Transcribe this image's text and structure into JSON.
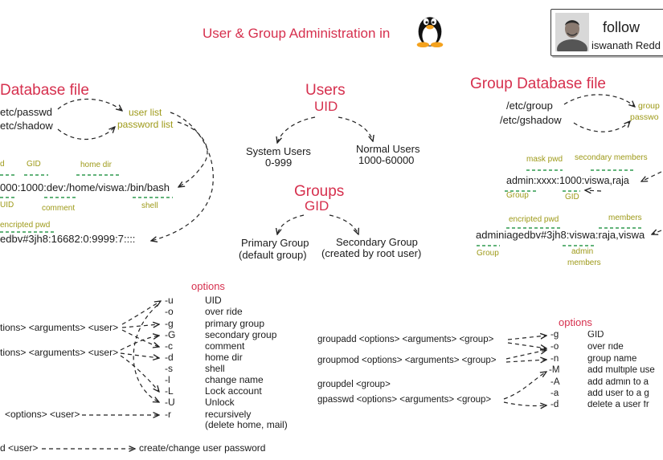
{
  "header": {
    "title": "User & Group Administration in",
    "logo_icon": "tux-penguin-icon"
  },
  "follow_card": {
    "follow_label": "follow",
    "name": "iswanath Redd",
    "avatar_icon": "person-photo"
  },
  "user_db": {
    "title": "Database file",
    "files": [
      "etc/passwd",
      "etc/shadow"
    ],
    "targets": [
      "user list",
      "password list"
    ],
    "passwd_labels_top": [
      "d",
      "GID",
      "home dir"
    ],
    "passwd_line": "000:1000:dev:/home/viswa:/bin/bash",
    "passwd_labels_bottom": [
      "UID",
      "comment",
      "shell"
    ],
    "shadow_label": "encripted pwd",
    "shadow_line": "edbv#3jh8:16682:0:9999:7::::"
  },
  "users": {
    "title": "Users",
    "id_label": "UID",
    "system": {
      "label": "System Users",
      "range": "0-999"
    },
    "normal": {
      "label": "Normal Users",
      "range": "1000-60000"
    }
  },
  "groups": {
    "title": "Groups",
    "id_label": "GID",
    "primary": {
      "label": "Primary Group",
      "note": "(default group)"
    },
    "secondary": {
      "label": "Secondary Group",
      "note": "(created by root user)"
    }
  },
  "group_db": {
    "title": "Group Database file",
    "files": [
      "/etc/group",
      "/etc/gshadow"
    ],
    "targets": [
      "group",
      "passwo"
    ],
    "group_labels_top": [
      "mask pwd",
      "secondary members"
    ],
    "group_line": "admin:xxxx:1000:viswa,raja",
    "group_labels_bottom": [
      "Group",
      "GID"
    ],
    "gshadow_labels_top": [
      "encripted pwd",
      "members"
    ],
    "gshadow_line": "adminiagedbv#3jh8:viswa:raja,viswa",
    "gshadow_labels_bottom": [
      "Group",
      "admin",
      "members"
    ]
  },
  "user_commands": {
    "commands": [
      "tions> <arguments> <user>",
      "tions> <arguments> <user>",
      "<options> <user>",
      "d <user>"
    ],
    "options_title": "options",
    "options": [
      {
        "flag": "-u",
        "desc": "UID"
      },
      {
        "flag": "-o",
        "desc": "over ride"
      },
      {
        "flag": "-g",
        "desc": "primary group"
      },
      {
        "flag": "-G",
        "desc": "secondary group"
      },
      {
        "flag": "-c",
        "desc": "comment"
      },
      {
        "flag": "-d",
        "desc": "home dir"
      },
      {
        "flag": "-s",
        "desc": "shell"
      },
      {
        "flag": "-l",
        "desc": "change name"
      },
      {
        "flag": "-L",
        "desc": "Lock account"
      },
      {
        "flag": "-U",
        "desc": "Unlock"
      },
      {
        "flag": "-r",
        "desc": "recursively"
      }
    ],
    "options_note": "(delete home, mail)",
    "passwd_result": "create/change user password"
  },
  "group_commands": {
    "commands": [
      "groupadd <options> <arguments> <group>",
      "groupmod <options> <arguments> <group>",
      "groupdel <group>",
      "gpasswd <options> <arguments> <group>"
    ],
    "options_title": "options",
    "options": [
      {
        "flag": "-g",
        "desc": "GID"
      },
      {
        "flag": "-o",
        "desc": "over ride"
      },
      {
        "flag": "-n",
        "desc": "group name"
      },
      {
        "flag": "-M",
        "desc": "add multiple use"
      },
      {
        "flag": "-A",
        "desc": "add admin to a"
      },
      {
        "flag": "-a",
        "desc": "add user to a g"
      },
      {
        "flag": "-d",
        "desc": "delete a user fr"
      }
    ]
  },
  "colors": {
    "title_red": "#d6304e",
    "label_olive": "#9e9a19",
    "underline_green": "#2f9a4f",
    "ink": "#1b1b1b"
  }
}
